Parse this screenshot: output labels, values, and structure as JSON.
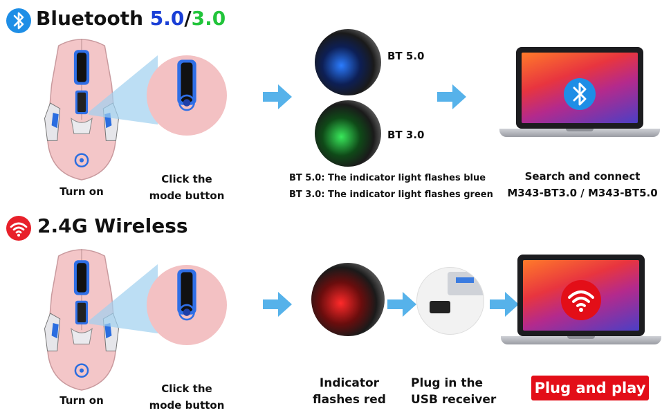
{
  "colors": {
    "bt_blue": "#1e8ee6",
    "wifi_red": "#e8202a",
    "v50_blue": "#1a3fd6",
    "v30_green": "#21c43a",
    "arrow": "#56b2ea",
    "plug_bg": "#e30e18"
  },
  "bluetooth": {
    "icon": "bluetooth-icon",
    "title_prefix": "Bluetooth ",
    "title_v50": "5.0",
    "title_slash": "/",
    "title_v30": "3.0",
    "step1": "Turn on",
    "step2_line1": "Click the",
    "step2_line2": "mode button",
    "bt50_label": "BT 5.0",
    "bt30_label": "BT 3.0",
    "note1": "BT 5.0: The indicator light flashes blue",
    "note2": "BT 3.0: The indicator light flashes green",
    "connect_line1": "Search and connect",
    "connect_line2": "M343-BT3.0 / M343-BT5.0"
  },
  "wireless": {
    "icon": "wifi-icon",
    "title": "2.4G Wireless",
    "step1": "Turn on",
    "step2_line1": "Click the",
    "step2_line2": "mode button",
    "indicator_line1": "Indicator",
    "indicator_line2": "flashes red",
    "plug_line1": "Plug in the",
    "plug_line2": "USB receiver",
    "plug_and_play": "Plug and play"
  }
}
